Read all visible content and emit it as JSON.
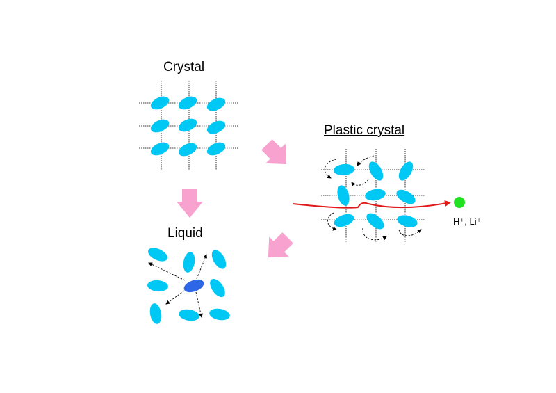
{
  "labels": {
    "crystal": "Crystal",
    "plastic_crystal": "Plastic crystal",
    "liquid": "Liquid",
    "ions": "H⁺, Li⁺"
  },
  "colors": {
    "molecule": "#00c8f4",
    "highlight_molecule": "#2e66e8",
    "transition_arrow": "#f7a2cf",
    "ion_path": "#e01818",
    "ion_dot": "#22e022",
    "grid_line": "#000000"
  },
  "phases": [
    "crystal",
    "plastic-crystal",
    "liquid"
  ],
  "transitions": [
    {
      "from": "crystal",
      "to": "liquid"
    },
    {
      "from": "crystal",
      "to": "plastic-crystal"
    },
    {
      "from": "plastic-crystal",
      "to": "liquid"
    }
  ]
}
